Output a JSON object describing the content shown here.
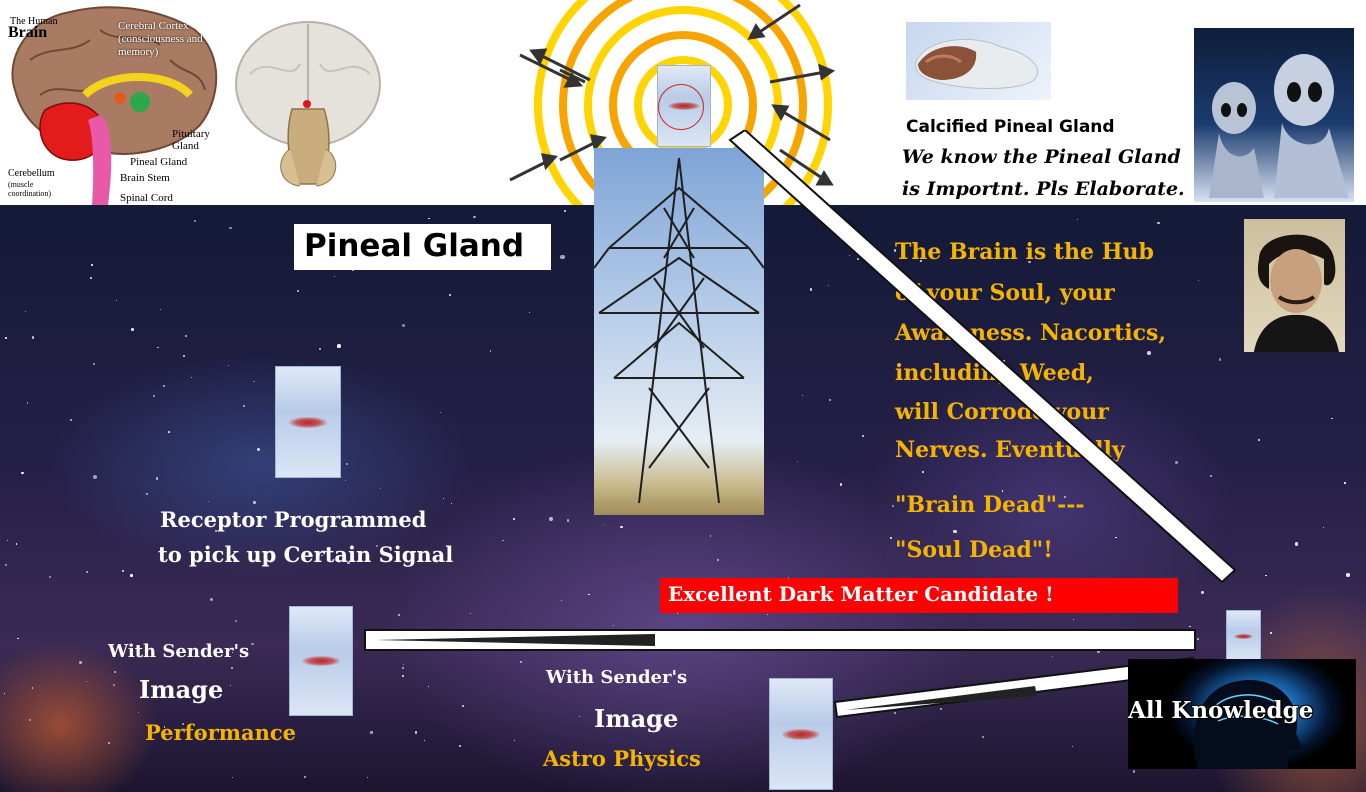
{
  "brain_diagram": {
    "title_small": "The Human",
    "title_big": "Brain",
    "cortex": "Cerebral Cortex (consciousness and memory)",
    "pituitary": "Pituitary Gland",
    "pineal": "Pineal Gland",
    "brain_stem": "Brain Stem",
    "cerebellum": "Cerebellum",
    "cerebellum_note": "(muscle coordination)",
    "spinal_cord": "Spinal Cord"
  },
  "calcified": {
    "title": "Calcified Pineal Gland",
    "line1": "We know the Pineal Gland",
    "line2": "is Importnt. Pls Elaborate."
  },
  "pineal_title": "Pineal Gland",
  "brain_hub": {
    "line1": "The Brain is the Hub",
    "line2": "of your Soul, your",
    "line3": "Awareness. Nacortics,",
    "line4": "including Weed,",
    "line5": "will Corrode your",
    "line6": "Nerves. Eventually",
    "line7": "\"Brain Dead\"---",
    "line8": "\"Soul Dead\"!"
  },
  "receptor": {
    "line1": "Receptor Programmed",
    "line2": "to pick up Certain Signal"
  },
  "dark_matter": "Excellent Dark Matter Candidate !",
  "sender_left": {
    "line1": "With Sender's",
    "line2": "Image",
    "line3": "Performance"
  },
  "sender_mid": {
    "line1": "With Sender's",
    "line2": "Image",
    "line3": "Astro Physics"
  },
  "all_knowledge": "All Knowledge",
  "colors": {
    "yellow": "#f5b400",
    "red_banner": "#ff0000",
    "ring_orange": "#f7a400",
    "ring_yellow": "#ffd400"
  }
}
